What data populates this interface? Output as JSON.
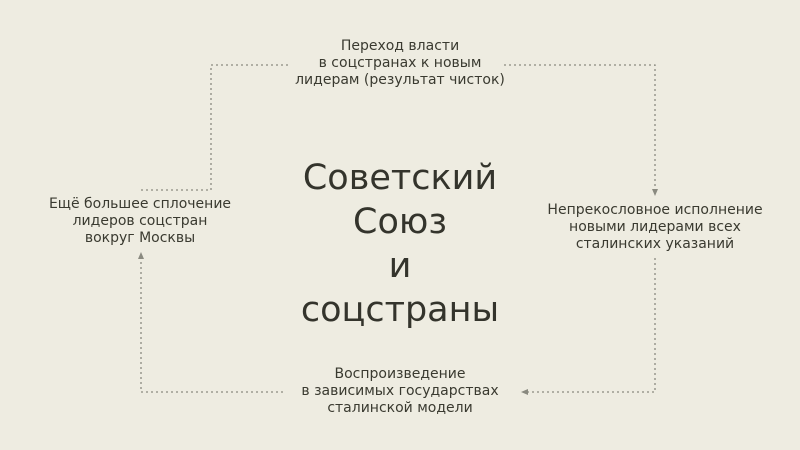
{
  "diagram": {
    "center_title": [
      "Советский",
      "Союз",
      "и",
      "соцстраны"
    ],
    "nodes": {
      "top": [
        "Переход власти",
        "в соцстранах к новым",
        "лидерам (результат чисток)"
      ],
      "right": [
        "Непрекословное исполнение",
        "новыми лидерами всех",
        "сталинских указаний"
      ],
      "bottom": [
        "Воспроизведение",
        "в зависимых государствах",
        "сталинской модели"
      ],
      "left": [
        "Ещё большее сплочение",
        "лидеров соцстран",
        "вокруг Москвы"
      ]
    },
    "colors": {
      "background": "#eeece1",
      "text": "#3a3a30",
      "connector": "#8a8a80"
    }
  }
}
